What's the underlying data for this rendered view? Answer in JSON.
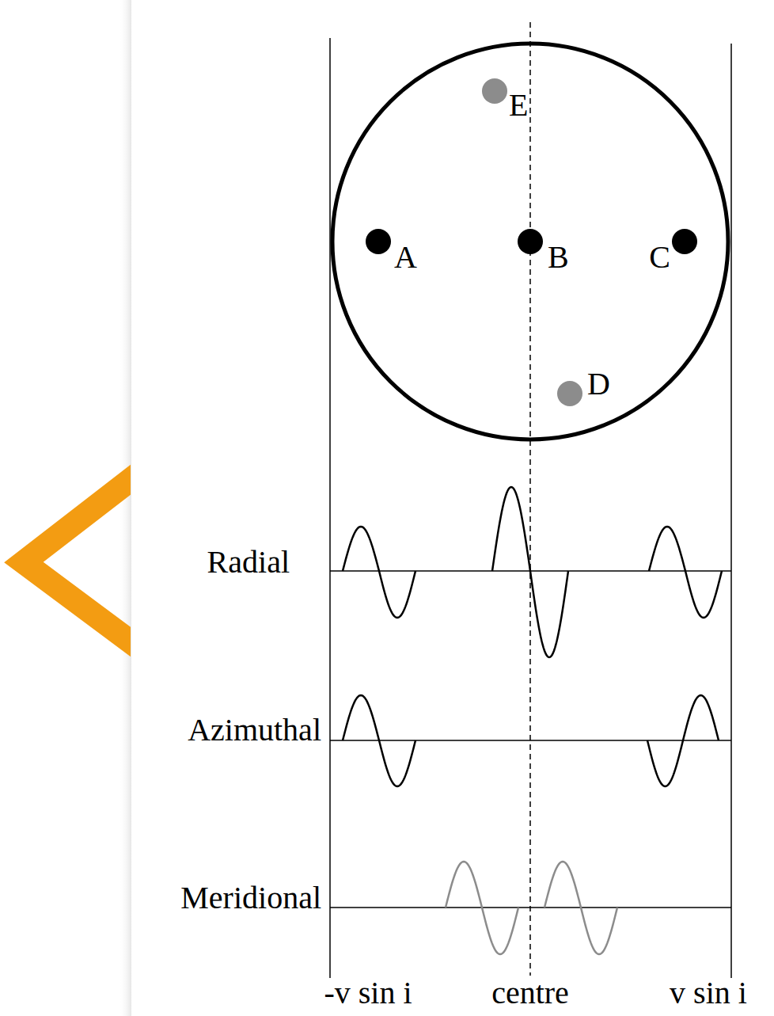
{
  "diagram": {
    "labels": [
      "E",
      "A",
      "B",
      "C",
      "D",
      "Radial",
      "Azimuthal",
      "Meridional",
      "-v sin i",
      "centre",
      "v sin i"
    ]
  }
}
